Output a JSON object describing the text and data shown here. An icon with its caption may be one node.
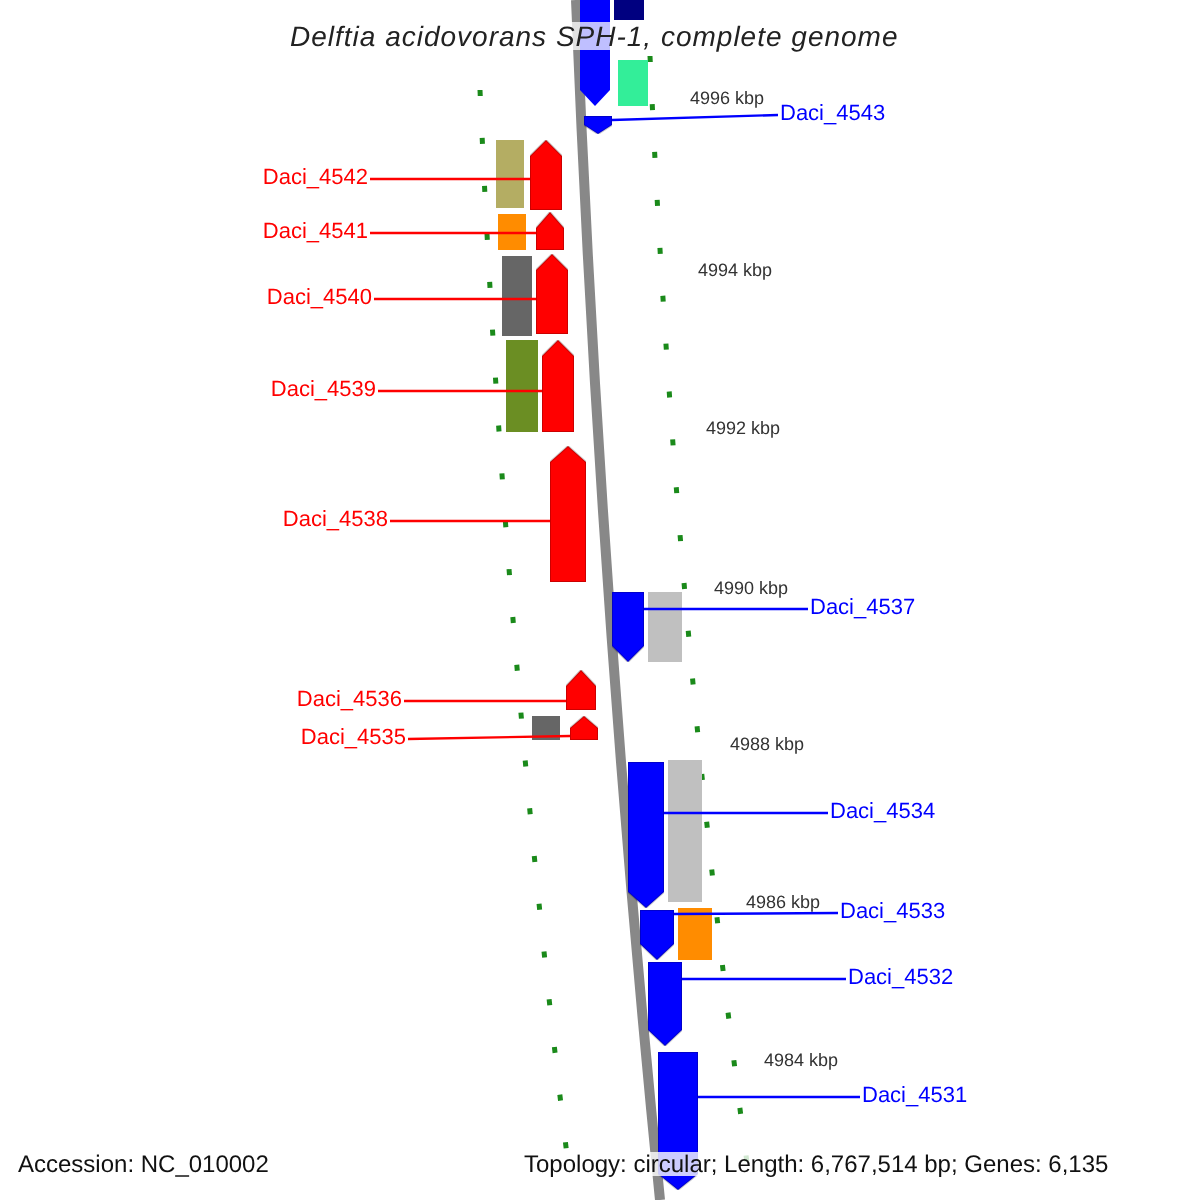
{
  "diagram": {
    "title": "Delftia acidovorans SPH-1, complete genome",
    "nodes": [
      {
        "text": [
          "Daci_4543"
        ]
      },
      {
        "text": [],
        "shape": "arrow"
      },
      {
        "text": [
          "Daci_4542"
        ]
      },
      {
        "text": [],
        "shape": "arrow"
      },
      {
        "text": [
          "Daci_4541"
        ]
      },
      {
        "text": [],
        "shape": "arrow"
      },
      {
        "text": [
          "Daci_4540"
        ]
      },
      {
        "text": [],
        "shape": "arrow"
      },
      {
        "text": [
          "Daci_4539"
        ]
      },
      {
        "text": [],
        "shape": "arrow"
      },
      {
        "text": [
          "Daci_4538"
        ]
      },
      {
        "text": [],
        "shape": "arrow"
      },
      {
        "text": [
          "Daci_4537"
        ]
      },
      {
        "text": [],
        "shape": "arrow"
      },
      {
        "text": [
          "Daci_4536"
        ]
      },
      {
        "text": [],
        "shape": "arrow"
      },
      {
        "text": [
          "Daci_4535"
        ]
      },
      {
        "text": [],
        "shape": "arrow"
      },
      {
        "text": [
          "Daci_4534"
        ]
      },
      {
        "text": [],
        "shape": "arrow"
      },
      {
        "text": [
          "Daci_4533"
        ]
      },
      {
        "text": [],
        "shape": "arrow"
      },
      {
        "text": [
          "Daci_4532"
        ]
      },
      {
        "text": [],
        "shape": "arrow"
      },
      {
        "text": [
          "Daci_4531"
        ]
      },
      {
        "text": [],
        "shape": "arrow"
      }
    ],
    "edges": [
      {
        "from": 0,
        "to": 1,
        "arrow": "none",
        "color": "#0000ff"
      },
      {
        "from": 2,
        "to": 3,
        "arrow": "none"
      },
      {
        "from": 4,
        "to": 5,
        "arrow": "none"
      },
      {
        "from": 6,
        "to": 7,
        "arrow": "none"
      },
      {
        "from": 8,
        "to": 9,
        "arrow": "none"
      },
      {
        "from": 10,
        "to": 11,
        "arrow": "none"
      },
      {
        "from": 12,
        "to": 13,
        "arrow": "none",
        "color": "#0000ff"
      },
      {
        "from": 14,
        "to": 15,
        "arrow": "none"
      },
      {
        "from": 16,
        "to": 17,
        "arrow": "none"
      },
      {
        "from": 18,
        "to": 19,
        "arrow": "none",
        "color": "#0000ff"
      },
      {
        "from": 20,
        "to": 21,
        "arrow": "none",
        "color": "#0000ff"
      },
      {
        "from": 22,
        "to": 23,
        "arrow": "none",
        "color": "#0000ff"
      },
      {
        "from": 24,
        "to": 25,
        "arrow": "none",
        "color": "#0000ff"
      }
    ],
    "labels": [
      "4996 kbp",
      "4994 kbp",
      "4992 kbp",
      "4990 kbp",
      "4988 kbp",
      "4986 kbp",
      "4984 kbp",
      "Accession: NC_010002",
      "Topology: circular; Length: 6,767,514 bp; Genes: 6,135"
    ]
  }
}
